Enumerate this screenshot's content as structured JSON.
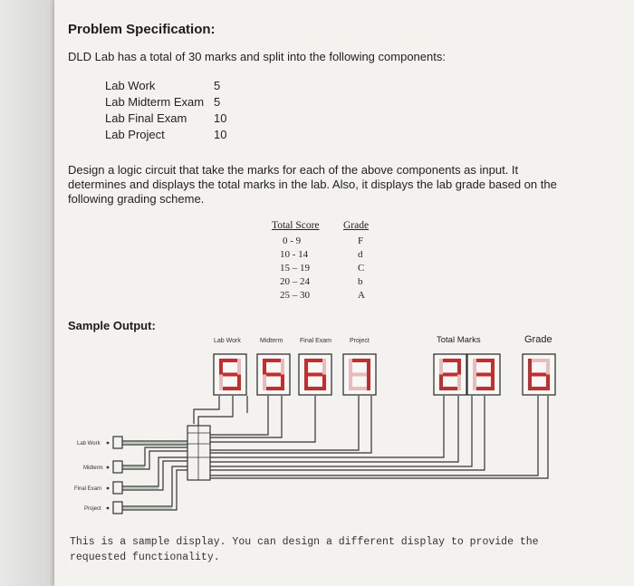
{
  "problem": {
    "title": "Problem Specification:",
    "intro": "DLD Lab has a total of 30 marks and split into the following components:"
  },
  "components": [
    {
      "name": "Lab Work",
      "marks": "5"
    },
    {
      "name": "Lab Midterm Exam",
      "marks": "5"
    },
    {
      "name": "Lab Final Exam",
      "marks": "10"
    },
    {
      "name": "Lab Project",
      "marks": "10"
    }
  ],
  "design_text": "Design a logic circuit that take the marks for each of the above components as input. It determines and displays the total marks in the lab. Also, it displays the lab grade based on the following grading scheme.",
  "grading": {
    "headers": {
      "score": "Total Score",
      "grade": "Grade"
    },
    "rows": [
      {
        "score": "0 - 9",
        "grade": "F"
      },
      {
        "score": "10 - 14",
        "grade": "d"
      },
      {
        "score": "15 – 19",
        "grade": "C"
      },
      {
        "score": "20 – 24",
        "grade": "b"
      },
      {
        "score": "25 – 30",
        "grade": "A"
      }
    ]
  },
  "sample": {
    "title": "Sample Output:",
    "display_labels": {
      "lab_work": "Lab Work",
      "midterm": "Midterm",
      "final_exam": "Final Exam",
      "project": "Project",
      "total_marks": "Total Marks",
      "grade": "Grade"
    },
    "digits": [
      "5",
      "5",
      "6",
      "7",
      "2",
      "3",
      "b"
    ],
    "input_labels": [
      "Lab Work",
      "Midterm",
      "Final Exam",
      "Project"
    ]
  },
  "footer": "This is a sample display. You can design a different display to provide the requested functionality.",
  "colors": {
    "digit_red": "#c42d2d",
    "digit_dim": "#e7bcbc",
    "wire": "#333333"
  }
}
